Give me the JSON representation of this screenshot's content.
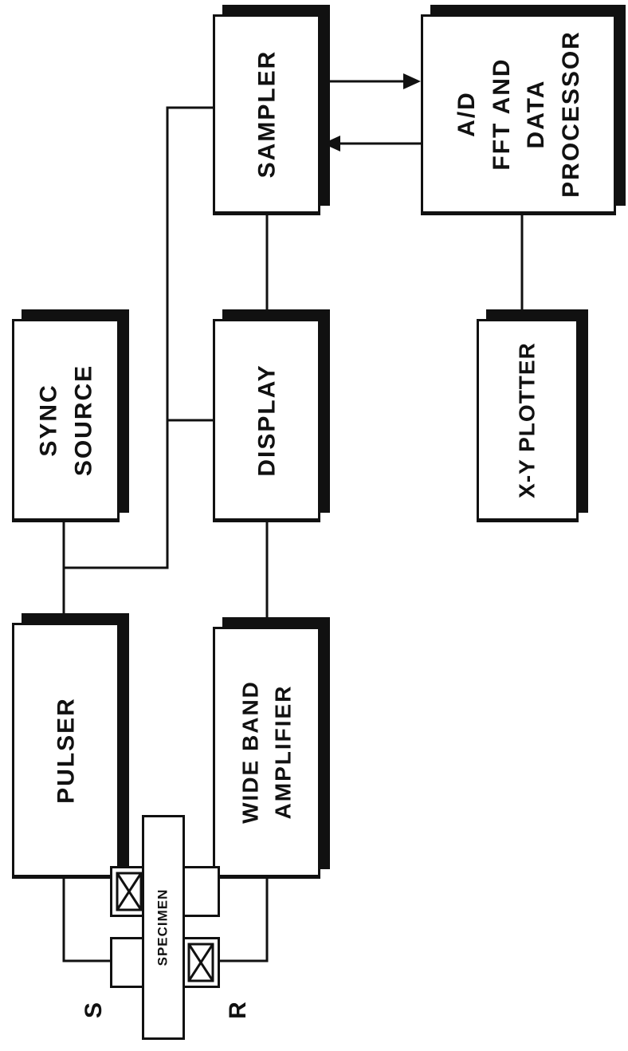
{
  "blocks": {
    "pulser": "PULSER",
    "amplifier": [
      "WIDE BAND",
      "AMPLIFIER"
    ],
    "sync_source": [
      "SYNC",
      "SOURCE"
    ],
    "display": "DISPLAY",
    "sampler": "SAMPLER",
    "processor": [
      "A/D",
      "FFT AND",
      "DATA",
      "PROCESSOR"
    ],
    "plotter": "X-Y PLOTTER"
  },
  "specimen": "SPECIMEN",
  "send_label": "S",
  "receive_label": "R"
}
